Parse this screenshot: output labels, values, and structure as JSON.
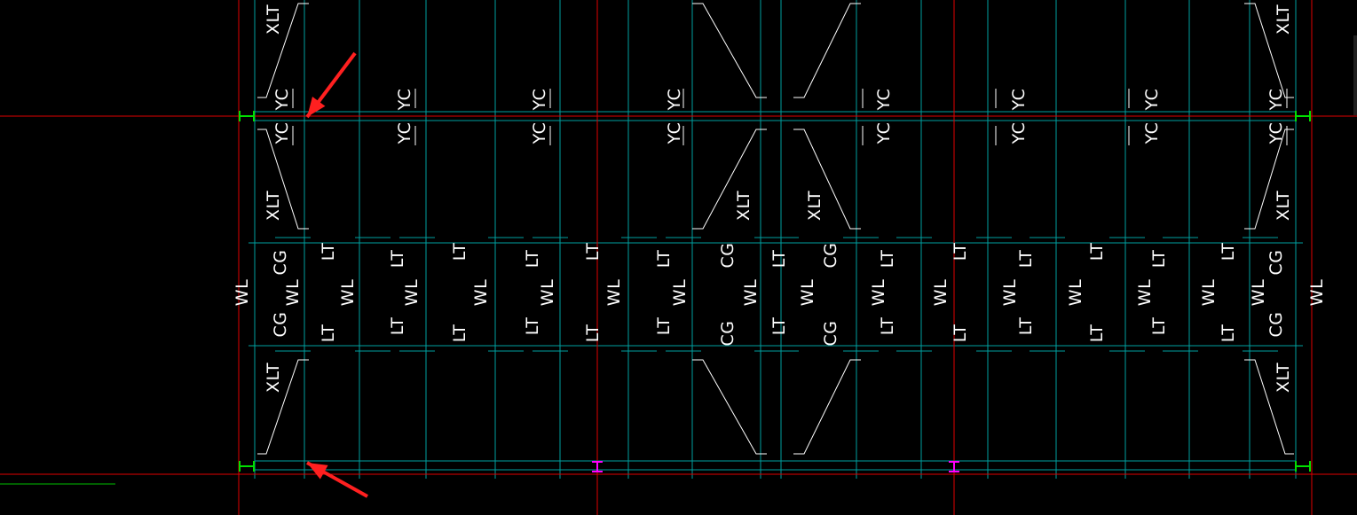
{
  "drawing": {
    "colors": {
      "background": "#000000",
      "axis": "#e00000",
      "grid": "#00a0a0",
      "member": "#ffffff",
      "endcap": "#00e000",
      "marker": "#ff00ff",
      "arrow": "#ff2020",
      "green_line": "#00c000"
    },
    "labels": {
      "wl": "WL",
      "lt": "LT",
      "cg": "CG",
      "yc": "YC",
      "xlt": "XLT"
    }
  }
}
